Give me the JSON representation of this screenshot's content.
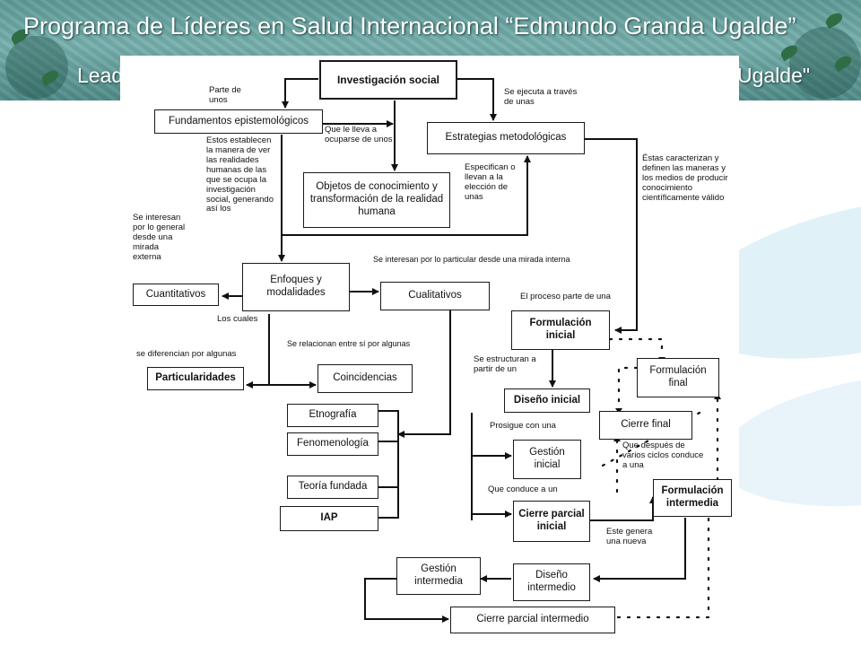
{
  "header": {
    "title": "Programa de Líderes en Salud Internacional “Edmundo Granda Ugalde”",
    "subtitle_left": "Lead",
    "subtitle_right": "Ugalde\""
  },
  "nodes": {
    "investigacion": "Investigación social",
    "fundamentos": "Fundamentos epistemológicos",
    "estrategias": "Estrategias metodológicas",
    "objetos": "Objetos de conocimiento y transformación de la realidad humana",
    "enfoques": "Enfoques y modalidades",
    "cuantitativos": "Cuantitativos",
    "cualitativos": "Cualitativos",
    "particularidades": "Particularidades",
    "coincidencias": "Coincidencias",
    "etnografia": "Etnografía",
    "fenomenologia": "Fenomenología",
    "teoria": "Teoría fundada",
    "iap": "IAP",
    "formulacion_inicial": "Formulación inicial",
    "formulacion_final": "Formulación final",
    "diseno_inicial": "Diseño inicial",
    "cierre_final": "Cierre final",
    "gestion_inicial": "Gestión inicial",
    "formulacion_intermedia": "Formulación intermedia",
    "cierre_parcial_inicial": "Cierre parcial inicial",
    "gestion_intermedia": "Gestión intermedia",
    "diseno_intermedio": "Diseño intermedio",
    "cierre_parcial_intermedio": "Cierre parcial intermedio"
  },
  "labels": {
    "parte_de_unos": "Parte de unos",
    "se_ejecuta": "Se ejecuta a través de unas",
    "que_le_lleva": "Que le lleva a ocuparse de unos",
    "estos_establecen": "Estos establecen la manera de ver las realidades humanas de las que se ocupa la investigación social, generando así los",
    "especifican": "Especifican o llevan a la elección de unas",
    "estas_caracterizan": "Éstas caracterizan y definen las maneras y los medios de producir conocimiento científicamente válido",
    "se_interesan_general": "Se interesan por lo general desde una mirada externa",
    "se_interesan_particular": "Se interesan por lo particular desde una mirada interna",
    "proceso_parte": "El proceso parte de una",
    "los_cuales": "Los cuales",
    "se_relacionan": "Se relacionan entre sí por algunas",
    "se_diferencian": "se diferencian por algunas",
    "se_estructuran": "Se estructuran a partir de un",
    "prosigue": "Prosigue con una",
    "que_despues": "Que después de varios ciclos conduce a una",
    "que_conduce": "Que conduce a un",
    "este_genera": "Este genera una nueva"
  }
}
